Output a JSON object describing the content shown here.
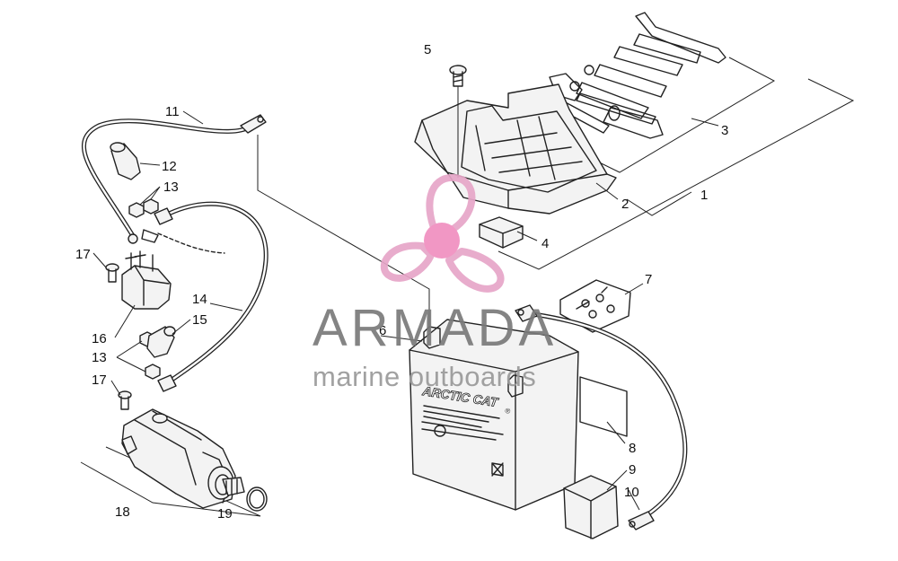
{
  "watermark": {
    "name": "ARMADA",
    "tagline": "marine outboards",
    "color_name": "#7a7a7a",
    "color_tagline": "#9a9a9a",
    "color_logo": "#e7a6c8",
    "color_logo_hub": "#f08fc0"
  },
  "battery": {
    "brand": "ARCTIC CAT",
    "brand_mark": "®"
  },
  "callouts": [
    "1",
    "2",
    "3",
    "4",
    "5",
    "6",
    "7",
    "8",
    "9",
    "10",
    "11",
    "12",
    "13",
    "13",
    "14",
    "15",
    "16",
    "17",
    "17",
    "18",
    "19"
  ]
}
